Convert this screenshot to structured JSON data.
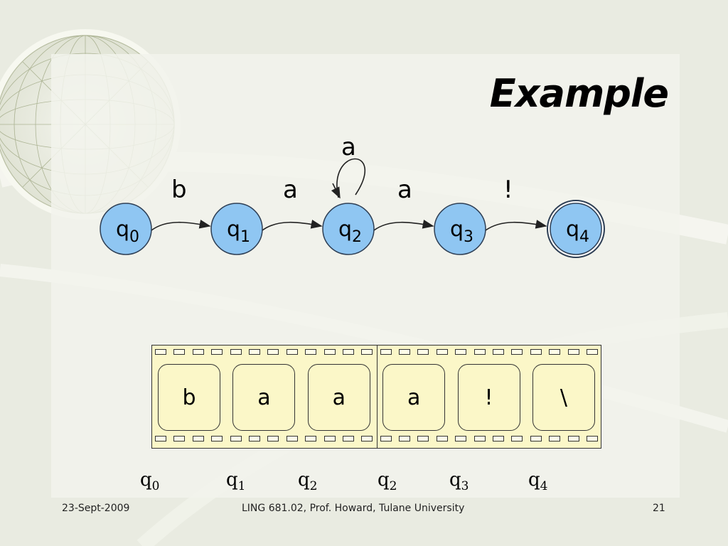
{
  "slide": {
    "title": "Example"
  },
  "fsm": {
    "states": [
      {
        "base": "q",
        "index": "0",
        "accepting": false
      },
      {
        "base": "q",
        "index": "1",
        "accepting": false
      },
      {
        "base": "q",
        "index": "2",
        "accepting": false
      },
      {
        "base": "q",
        "index": "3",
        "accepting": false
      },
      {
        "base": "q",
        "index": "4",
        "accepting": true
      }
    ],
    "transitions": [
      {
        "from": "q0",
        "to": "q1",
        "label": "b"
      },
      {
        "from": "q1",
        "to": "q2",
        "label": "a"
      },
      {
        "from": "q2",
        "to": "q2",
        "label": "a"
      },
      {
        "from": "q2",
        "to": "q3",
        "label": "a"
      },
      {
        "from": "q3",
        "to": "q4",
        "label": "!"
      }
    ],
    "node_color": "#8fc6f2",
    "node_stroke": "#2e3f55"
  },
  "tape": {
    "cells": [
      "b",
      "a",
      "a",
      "a",
      "!",
      "\\"
    ],
    "color": "#fbf7c8"
  },
  "state_sequence": [
    {
      "base": "q",
      "index": "0"
    },
    {
      "base": "q",
      "index": "1"
    },
    {
      "base": "q",
      "index": "2"
    },
    {
      "base": "q",
      "index": "2"
    },
    {
      "base": "q",
      "index": "3"
    },
    {
      "base": "q",
      "index": "4"
    }
  ],
  "footer": {
    "date": "23-Sept-2009",
    "course": "LING 681.02, Prof. Howard, Tulane University",
    "page": "21"
  }
}
